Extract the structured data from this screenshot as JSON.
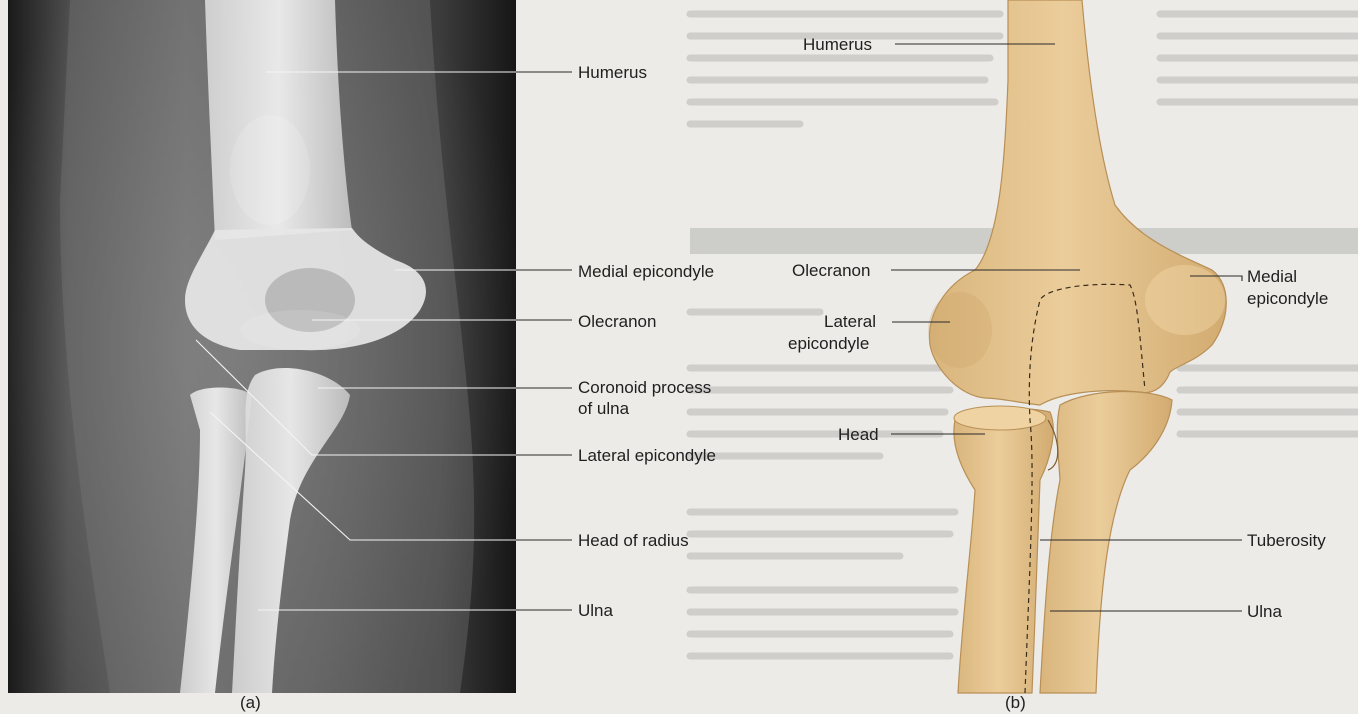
{
  "panel_a": {
    "caption": "(a)",
    "labels": {
      "humerus": "Humerus",
      "medial_epicondyle": "Medial epicondyle",
      "olecranon": "Olecranon",
      "coronoid_line1": "Coronoid process",
      "coronoid_line2": "of ulna",
      "lateral_epicondyle": "Lateral epicondyle",
      "head_of_radius": "Head of radius",
      "ulna": "Ulna"
    }
  },
  "panel_b": {
    "caption": "(b)",
    "labels": {
      "humerus": "Humerus",
      "olecranon": "Olecranon",
      "medial_line1": "Medial",
      "medial_line2": "epicondyle",
      "lateral_line1": "Lateral",
      "lateral_line2": "epicondyle",
      "head": "Head",
      "tuberosity": "Tuberosity",
      "ulna": "Ulna"
    }
  },
  "colors": {
    "bone": "#e2c08c",
    "bone_shadow": "#c99f63",
    "xray_background": "#3a3a3a",
    "page": "#ecebe8"
  }
}
